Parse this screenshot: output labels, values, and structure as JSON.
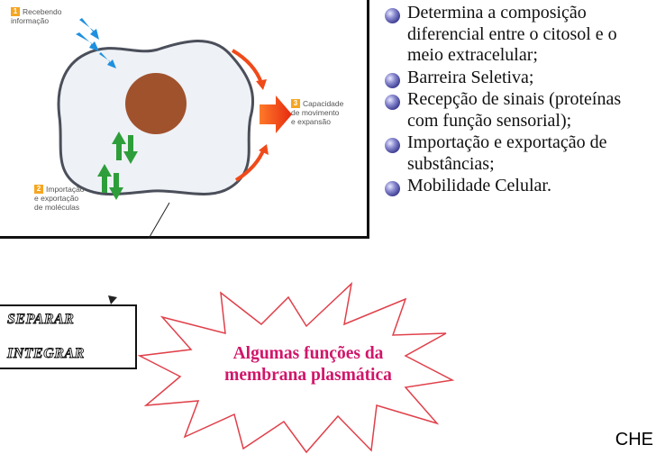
{
  "figure": {
    "label1_num": "1",
    "label1_line1": "Recebendo",
    "label1_line2": "informação",
    "label2_num": "2",
    "label2_line1": "Importação",
    "label2_line2": "e exportação",
    "label2_line3": "de moléculas",
    "label3_num": "3",
    "label3_line1": "Capacidade",
    "label3_line2": "de movimento",
    "label3_line3": "e expansão",
    "colors": {
      "cell_fill": "#eef1f6",
      "cell_border": "#4b4f5a",
      "nucleus": "#a0522d",
      "blue_arrow": "#1e90e0",
      "green_arrow": "#2e9e3a",
      "red_arrow": "#f03a12",
      "badge": "#f5a623"
    }
  },
  "functions": [
    "Determina a composição diferencial entre o citosol e o meio extracelular;",
    "Barreira Seletiva;",
    "Recepção de sinais (proteínas com função sensorial);",
    "Importação e exportação de substâncias;",
    "Mobilidade Celular."
  ],
  "tags": {
    "separar": "SEPARAR",
    "integrar": "INTEGRAR"
  },
  "star": {
    "line1": "Algumas funções da",
    "line2": "membrana plasmática",
    "colors": {
      "text": "#d0166a",
      "outline": "#e0404a"
    }
  },
  "corner_text": "CHE"
}
